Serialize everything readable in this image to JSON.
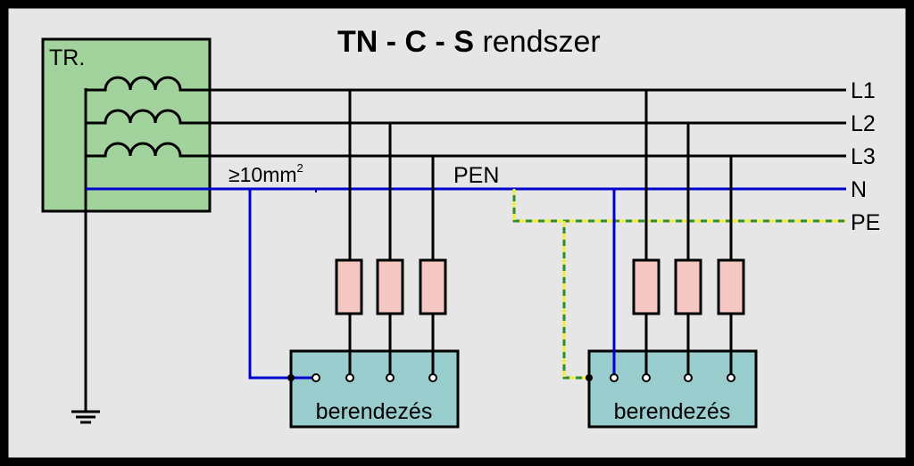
{
  "title": {
    "part1": "TN",
    "sep1": " - ",
    "part2": "C",
    "sep2": " - ",
    "part3": "S",
    "rest": " rendszer"
  },
  "transformer": {
    "label": "TR."
  },
  "lines": {
    "l1": "L1",
    "l2": "L2",
    "l3": "L3",
    "n": "N",
    "pe": "PE"
  },
  "pen_label": "PEN",
  "conductor_size": {
    "base": "≥10mm",
    "sup": "2"
  },
  "devices": [
    {
      "label": "berendezés"
    },
    {
      "label": "berendezés"
    }
  ],
  "colors": {
    "background": "#e6e6e6",
    "transformer_fill": "#a3d39c",
    "device_fill": "#99cccc",
    "fuse_fill": "#f4c7c3",
    "neutral_line": "#0000cc",
    "pe_green": "#2e8b2e",
    "pe_yellow": "#f2ef3a"
  }
}
